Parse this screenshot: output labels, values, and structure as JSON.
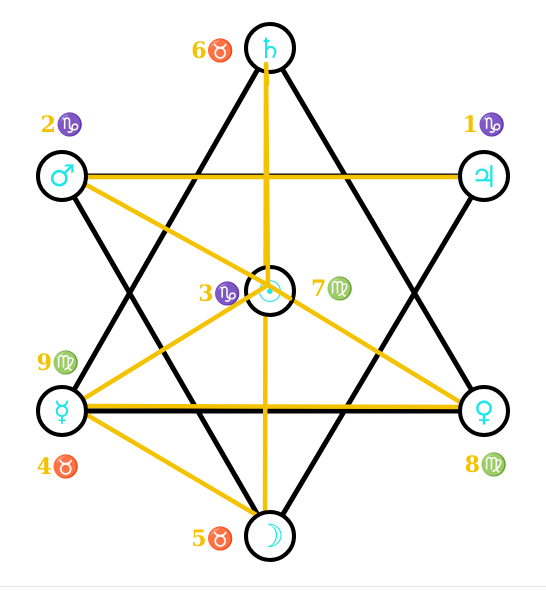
{
  "colors": {
    "background": "#ffffff",
    "hexagram_lines": "#000000",
    "aspect_lines": "#f5c200",
    "planet_glyphs": "#1fe6e6",
    "labels": "#f5c200",
    "node_fill": "#ffffff",
    "node_stroke": "#000000"
  },
  "nodes": [
    {
      "id": "saturn",
      "name": "Saturn",
      "icon": "saturn-icon",
      "glyph": "♄",
      "label": "6♉"
    },
    {
      "id": "mars",
      "name": "Mars",
      "icon": "mars-icon",
      "glyph": "♂",
      "label": "2♑"
    },
    {
      "id": "jupiter",
      "name": "Jupiter",
      "icon": "jupiter-icon",
      "glyph": "♃",
      "label": "1♑"
    },
    {
      "id": "sun",
      "name": "Sun",
      "icon": "sun-icon",
      "glyph": "☉",
      "label_left": "3♑",
      "label_right": "7♍"
    },
    {
      "id": "mercury",
      "name": "Mercury",
      "icon": "mercury-icon",
      "glyph": "☿",
      "label_top": "9♍",
      "label_bottom": "4♉"
    },
    {
      "id": "venus",
      "name": "Venus",
      "icon": "venus-icon",
      "glyph": "♀",
      "label": "8♍"
    },
    {
      "id": "moon",
      "name": "Moon",
      "icon": "moon-icon",
      "glyph": "☽",
      "label": "5♉"
    }
  ],
  "hexagram_edges": [
    [
      "saturn",
      "mercury"
    ],
    [
      "mercury",
      "venus"
    ],
    [
      "venus",
      "saturn"
    ],
    [
      "mars",
      "jupiter"
    ],
    [
      "jupiter",
      "moon"
    ],
    [
      "moon",
      "mars"
    ]
  ],
  "aspect_edges": [
    [
      "saturn",
      "sun"
    ],
    [
      "saturn",
      "moon"
    ],
    [
      "mars",
      "jupiter"
    ],
    [
      "mars",
      "sun"
    ],
    [
      "sun",
      "venus"
    ],
    [
      "sun",
      "mercury"
    ],
    [
      "mercury",
      "venus"
    ],
    [
      "mercury",
      "moon"
    ]
  ]
}
